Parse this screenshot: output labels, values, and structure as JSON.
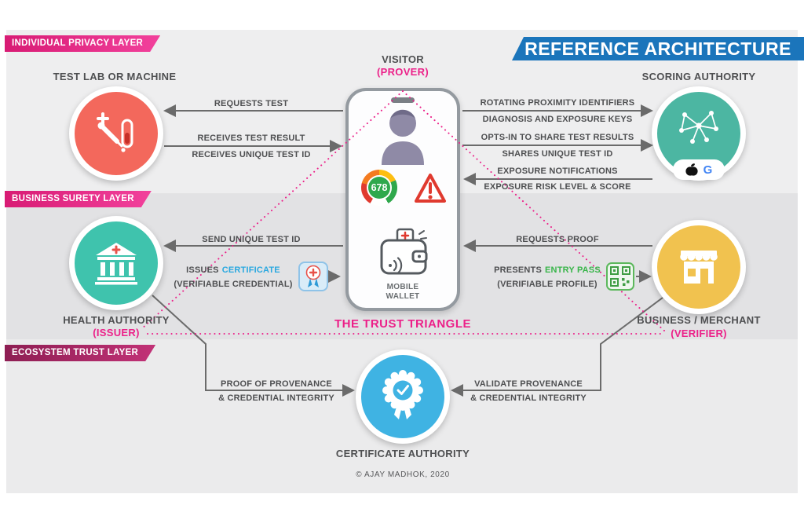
{
  "title_banner": "REFERENCE ARCHITECTURE",
  "layers": {
    "individual": "INDIVIDUAL PRIVACY LAYER",
    "business": "BUSINESS SURETY LAYER",
    "ecosystem": "ECOSYSTEM  TRUST LAYER"
  },
  "nodes": {
    "visitor": {
      "label": "VISITOR",
      "role": "(PROVER)"
    },
    "test_lab": {
      "label": "TEST LAB OR MACHINE"
    },
    "scoring": {
      "label": "SCORING AUTHORITY"
    },
    "health": {
      "label": "HEALTH AUTHORITY",
      "role": "(ISSUER)"
    },
    "merchant": {
      "label": "BUSINESS / MERCHANT",
      "role": "(VERIFIER)"
    },
    "cert_authority": {
      "label": "CERTIFICATE AUTHORITY"
    }
  },
  "phone": {
    "score": "678",
    "wallet_line1": "MOBILE",
    "wallet_line2": "WALLET",
    "logo_g": "G"
  },
  "center_label": "THE TRUST TRIANGLE",
  "edges": {
    "requests_test": "REQUESTS TEST",
    "receives_result": "RECEIVES TEST RESULT",
    "receives_id": "RECEIVES UNIQUE TEST ID",
    "rotating_ids": "ROTATING PROXIMITY IDENTIFIERS",
    "diagnosis_keys": "DIAGNOSIS AND EXPOSURE KEYS",
    "opts_in": "OPTS-IN TO SHARE TEST RESULTS",
    "shares_id": "SHARES UNIQUE TEST ID",
    "exposure_notifications": "EXPOSURE NOTIFICATIONS",
    "exposure_risk": "EXPOSURE RISK LEVEL & SCORE",
    "send_test_id": "SEND UNIQUE TEST ID",
    "issues_prefix": "ISSUES",
    "issues_highlight": "CERTIFICATE",
    "issues_sub": "(VERIFIABLE CREDENTIAL)",
    "requests_proof": "REQUESTS PROOF",
    "presents_prefix": "PRESENTS",
    "presents_highlight": "ENTRY PASS",
    "presents_sub": "(VERIFIABLE PROFILE)",
    "proof_provenance_1": "PROOF OF  PROVENANCE",
    "proof_provenance_2": "& CREDENTIAL INTEGRITY",
    "validate_1": "VALIDATE PROVENANCE",
    "validate_2": "& CREDENTIAL INTEGRITY"
  },
  "footer": "© AJAY MADHOK, 2020",
  "icons": {
    "test_lab": "test-tube-dropper-icon",
    "scoring": "network-graph-icon",
    "scoring_logos": [
      "apple-logo-icon",
      "google-g-icon"
    ],
    "health": "bank-building-cross-icon",
    "merchant": "storefront-icon",
    "cert_authority": "rosette-check-icon",
    "phone": [
      "person-avatar-icon",
      "score-gauge-icon",
      "warning-triangle-icon",
      "wallet-icon"
    ],
    "edge_badges": [
      "certificate-badge-icon",
      "qr-code-icon"
    ]
  },
  "colors": {
    "magenta": "#ec2089",
    "banner_pink": "#e93a8f",
    "banner_maroon": "#a32563",
    "title_blue": "#1b75bb",
    "certificate_blue": "#29a8e0",
    "entry_pass_green": "#39b54a",
    "arrow_gray": "#6b6b6b",
    "test_lab_coral": "#f3685c",
    "scoring_teal": "#4cb6a2",
    "health_teal": "#3fc3ad",
    "merchant_yellow": "#f1c24f",
    "cert_blue_circle": "#3fb3e3"
  }
}
